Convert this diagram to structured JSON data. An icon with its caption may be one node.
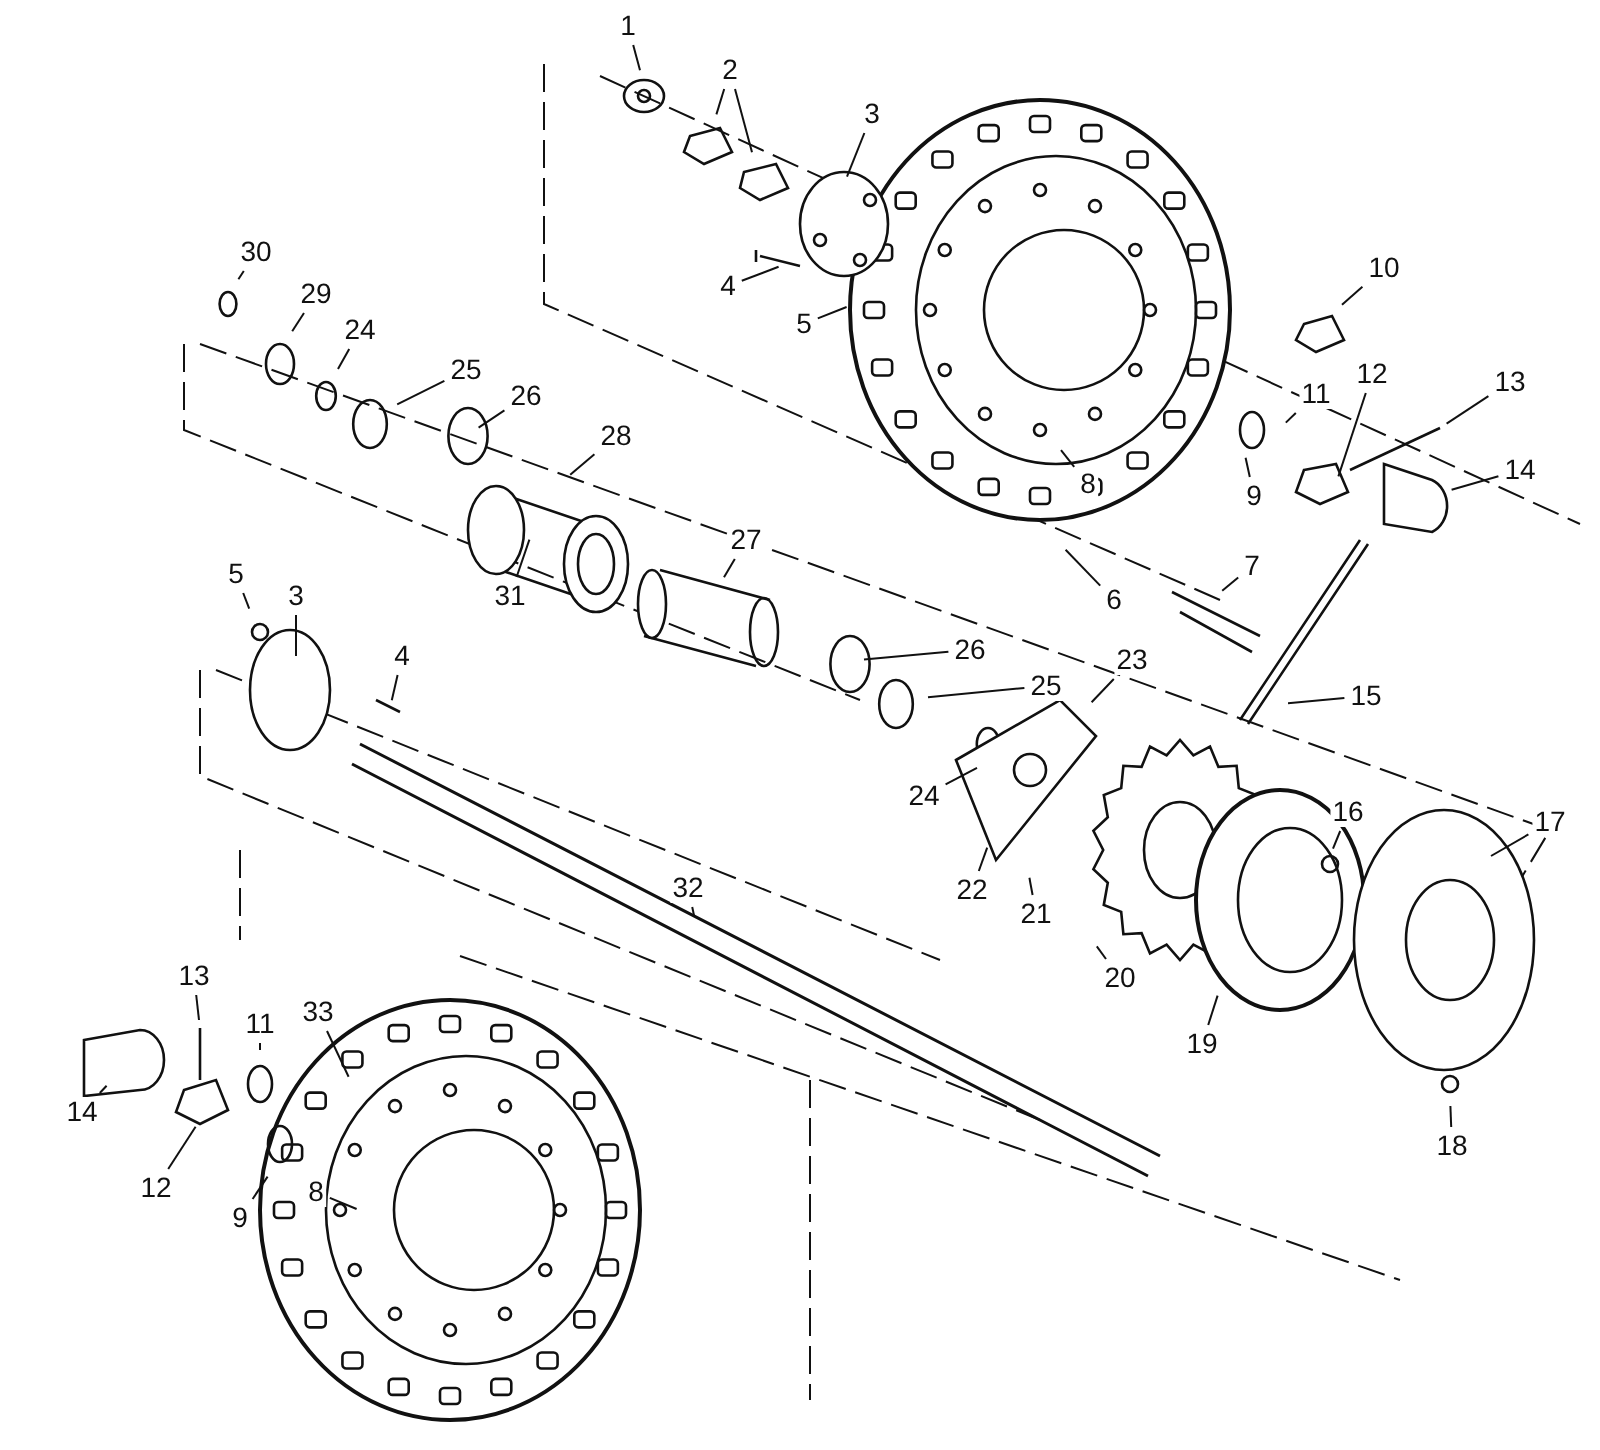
{
  "diagram": {
    "nodes": [
      {
        "text": [
          "1"
        ]
      },
      {
        "text": [
          "2"
        ]
      },
      {
        "text": [
          "3"
        ]
      },
      {
        "text": [
          "4"
        ]
      },
      {
        "text": [
          "5"
        ]
      },
      {
        "text": [
          "10"
        ]
      },
      {
        "text": [
          "30"
        ]
      },
      {
        "text": [
          "29"
        ]
      },
      {
        "text": [
          "24"
        ]
      },
      {
        "text": [
          "25"
        ]
      },
      {
        "text": [
          "26"
        ]
      },
      {
        "text": [
          "11"
        ]
      },
      {
        "text": [
          "12"
        ]
      },
      {
        "text": [
          "13"
        ]
      },
      {
        "text": [
          "28"
        ]
      },
      {
        "text": [
          "8"
        ]
      },
      {
        "text": [
          "9"
        ]
      },
      {
        "text": [
          "14"
        ]
      },
      {
        "text": [
          "27"
        ]
      },
      {
        "text": [
          "6"
        ]
      },
      {
        "text": [
          "7"
        ]
      },
      {
        "text": [
          "31"
        ]
      },
      {
        "text": [
          "5"
        ]
      },
      {
        "text": [
          "3"
        ]
      },
      {
        "text": [
          "4"
        ]
      },
      {
        "text": [
          "26"
        ]
      },
      {
        "text": [
          "25"
        ]
      },
      {
        "text": [
          "24"
        ]
      },
      {
        "text": [
          "23"
        ]
      },
      {
        "text": [
          "15"
        ]
      },
      {
        "text": [
          "16"
        ]
      },
      {
        "text": [
          "17"
        ]
      },
      {
        "text": [
          "22"
        ]
      },
      {
        "text": [
          "21"
        ]
      },
      {
        "text": [
          "32"
        ]
      },
      {
        "text": [
          "20"
        ]
      },
      {
        "text": [
          "19"
        ]
      },
      {
        "text": [
          "13"
        ]
      },
      {
        "text": [
          "11"
        ]
      },
      {
        "text": [
          "33"
        ]
      },
      {
        "text": [
          "14"
        ]
      },
      {
        "text": [
          "12"
        ]
      },
      {
        "text": [
          "9"
        ]
      },
      {
        "text": [
          "8"
        ]
      },
      {
        "text": [
          "18"
        ]
      }
    ],
    "edges": [
      {
        "from": 0,
        "to": null,
        "arrow": "none"
      },
      {
        "from": 1,
        "to": null,
        "arrow": "none"
      },
      {
        "from": 1,
        "to": null,
        "arrow": "none"
      },
      {
        "from": 2,
        "to": null,
        "arrow": "none"
      },
      {
        "from": 3,
        "to": null,
        "arrow": "none"
      },
      {
        "from": 4,
        "to": null,
        "arrow": "none"
      },
      {
        "from": 5,
        "to": null,
        "arrow": "none"
      },
      {
        "from": 6,
        "to": null,
        "arrow": "none"
      },
      {
        "from": 7,
        "to": null,
        "arrow": "none"
      },
      {
        "from": 8,
        "to": null,
        "arrow": "none"
      },
      {
        "from": 9,
        "to": null,
        "arrow": "none"
      },
      {
        "from": 10,
        "to": null,
        "arrow": "none"
      },
      {
        "from": 11,
        "to": null,
        "arrow": "none"
      },
      {
        "from": 12,
        "to": null,
        "arrow": "none"
      },
      {
        "from": 13,
        "to": null,
        "arrow": "none"
      },
      {
        "from": 14,
        "to": null,
        "arrow": "none"
      },
      {
        "from": 15,
        "to": null,
        "arrow": "none"
      },
      {
        "from": 16,
        "to": null,
        "arrow": "none"
      },
      {
        "from": 17,
        "to": null,
        "arrow": "none"
      },
      {
        "from": 18,
        "to": null,
        "arrow": "none"
      },
      {
        "from": 19,
        "to": null,
        "arrow": "none"
      },
      {
        "from": 20,
        "to": null,
        "arrow": "none"
      },
      {
        "from": 21,
        "to": null,
        "arrow": "none"
      },
      {
        "from": 22,
        "to": null,
        "arrow": "none"
      },
      {
        "from": 23,
        "to": null,
        "arrow": "none"
      },
      {
        "from": 24,
        "to": null,
        "arrow": "none"
      },
      {
        "from": 25,
        "to": null,
        "arrow": "none"
      },
      {
        "from": 26,
        "to": null,
        "arrow": "none"
      },
      {
        "from": 27,
        "to": null,
        "arrow": "none"
      },
      {
        "from": 28,
        "to": null,
        "arrow": "none"
      },
      {
        "from": 29,
        "to": null,
        "arrow": "none"
      },
      {
        "from": 30,
        "to": null,
        "arrow": "none"
      },
      {
        "from": 31,
        "to": null,
        "arrow": "none"
      },
      {
        "from": 32,
        "to": null,
        "arrow": "none"
      },
      {
        "from": 33,
        "to": null,
        "arrow": "none"
      },
      {
        "from": 34,
        "to": null,
        "arrow": "none"
      },
      {
        "from": 35,
        "to": null,
        "arrow": "none"
      },
      {
        "from": 36,
        "to": null,
        "arrow": "none"
      },
      {
        "from": 37,
        "to": null,
        "arrow": "none"
      },
      {
        "from": 38,
        "to": null,
        "arrow": "none"
      },
      {
        "from": 39,
        "to": null,
        "arrow": "none"
      },
      {
        "from": 40,
        "to": null,
        "arrow": "none"
      },
      {
        "from": 41,
        "to": null,
        "arrow": "none"
      },
      {
        "from": 42,
        "to": null,
        "arrow": "none"
      },
      {
        "from": 43,
        "to": null,
        "arrow": "none"
      },
      {
        "from": 44,
        "to": null,
        "arrow": "none"
      }
    ]
  }
}
